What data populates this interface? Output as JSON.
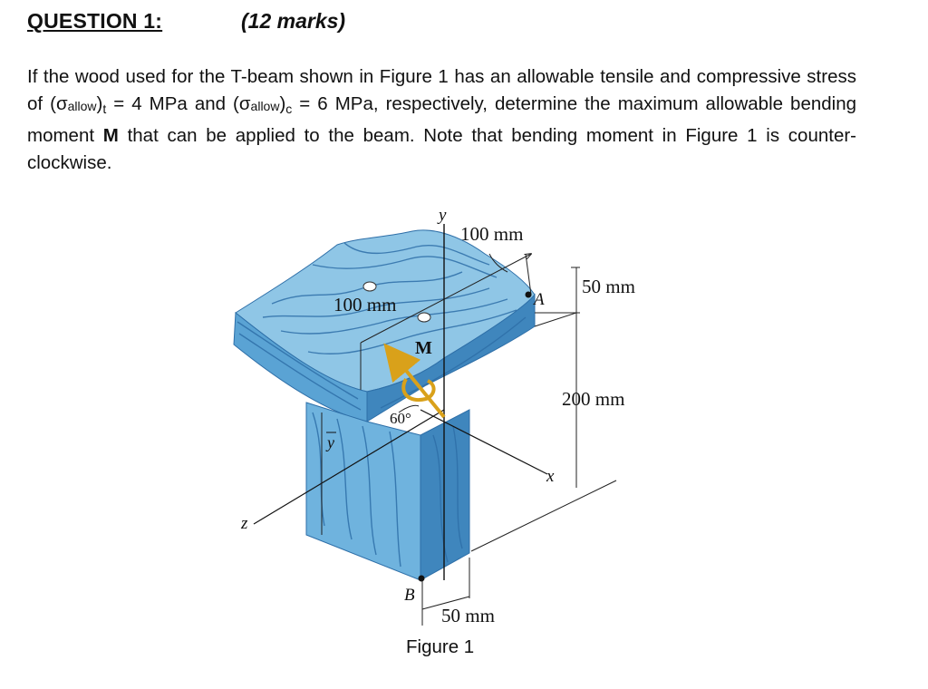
{
  "header": {
    "question_label": "QUESTION 1:",
    "marks": "(12 marks)"
  },
  "problem": {
    "p1": "If the wood used for the T-beam shown in Figure 1 has an allowable tensile and compressive stress of (σ",
    "sub_allow_1": "allow",
    "p2": ")",
    "sub_t": "t",
    "p3": " = 4 MPa and (σ",
    "sub_allow_2": "allow",
    "p4": ")",
    "sub_c": "c",
    "p5": " = 6 MPa, respectively, determine the maximum allowable bending moment ",
    "bold_M": "M",
    "p6": " that can be applied to the beam. Note that bending moment in Figure 1 is counter-clockwise."
  },
  "figure": {
    "caption": "Figure 1",
    "labels": {
      "dim_100_top": "100 mm",
      "dim_100_left": "100 mm",
      "dim_50_right": "50 mm",
      "dim_200": "200 mm",
      "dim_50_bottom": "50 mm",
      "moment": "M",
      "angle": "60°",
      "point_a": "A",
      "point_b": "B",
      "axis_y": "y",
      "axis_x": "x",
      "axis_z": "z",
      "ybar": "y"
    },
    "colors": {
      "wood_top": "#8fc6e6",
      "wood_front": "#5aa3d4",
      "wood_side": "#3f86bd",
      "grain": "#2e6fa8",
      "moment_arrow": "#d9a11a"
    }
  }
}
